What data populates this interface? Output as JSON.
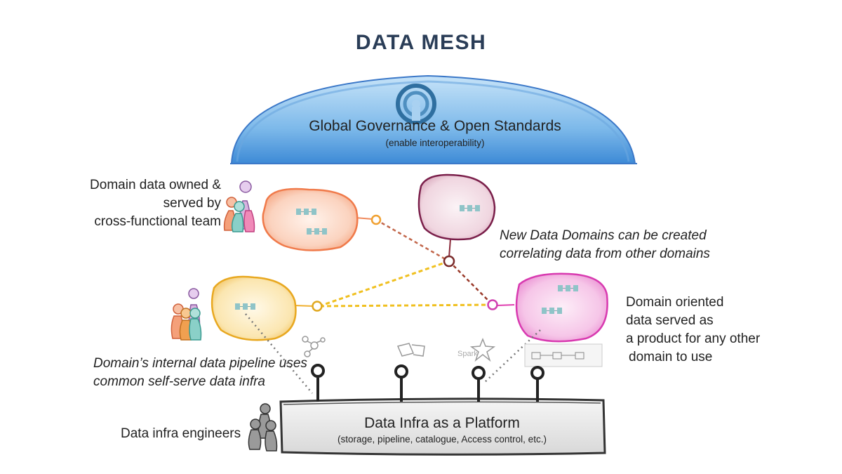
{
  "title": "DATA MESH",
  "governance": {
    "title": "Global Governance & Open Standards",
    "subtitle": "(enable interoperability)"
  },
  "platform": {
    "title": "Data Infra as a Platform",
    "subtitle": "(storage, pipeline, catalogue, Access control, etc.)"
  },
  "annotations": {
    "domain_owned": [
      "Domain data owned &",
      "served by",
      "cross-functional team"
    ],
    "new_domains": [
      "New Data Domains can be created",
      "correlating data from other domains"
    ],
    "domain_oriented": [
      "Domain oriented",
      "data served as",
      "a product for any other",
      "domain to use"
    ],
    "pipeline": [
      "Domain’s internal data pipeline uses",
      "common self-serve data infra"
    ],
    "infra_engineers": "Data infra engineers"
  },
  "tool_icon_labels": {
    "spark": "Spark"
  },
  "colors": {
    "title": "#2a3d57",
    "governance": "#4a9be0",
    "domain_orange": "#f08a5d",
    "domain_purple": "#8a2a5a",
    "domain_yellow": "#f0b030",
    "domain_pink": "#e040b0",
    "link_yellow": "#f0c020",
    "link_brown": "#9a3a2a",
    "platform": "#e6e6e6"
  },
  "icons": [
    "governance-swirl-icon",
    "team-people-icon",
    "engineers-people-icon",
    "data-pipeline-icon",
    "graph-tool-icon",
    "laptops-tool-icon",
    "spark-star-icon",
    "flow-chart-tool-icon",
    "platform-port-icon"
  ]
}
